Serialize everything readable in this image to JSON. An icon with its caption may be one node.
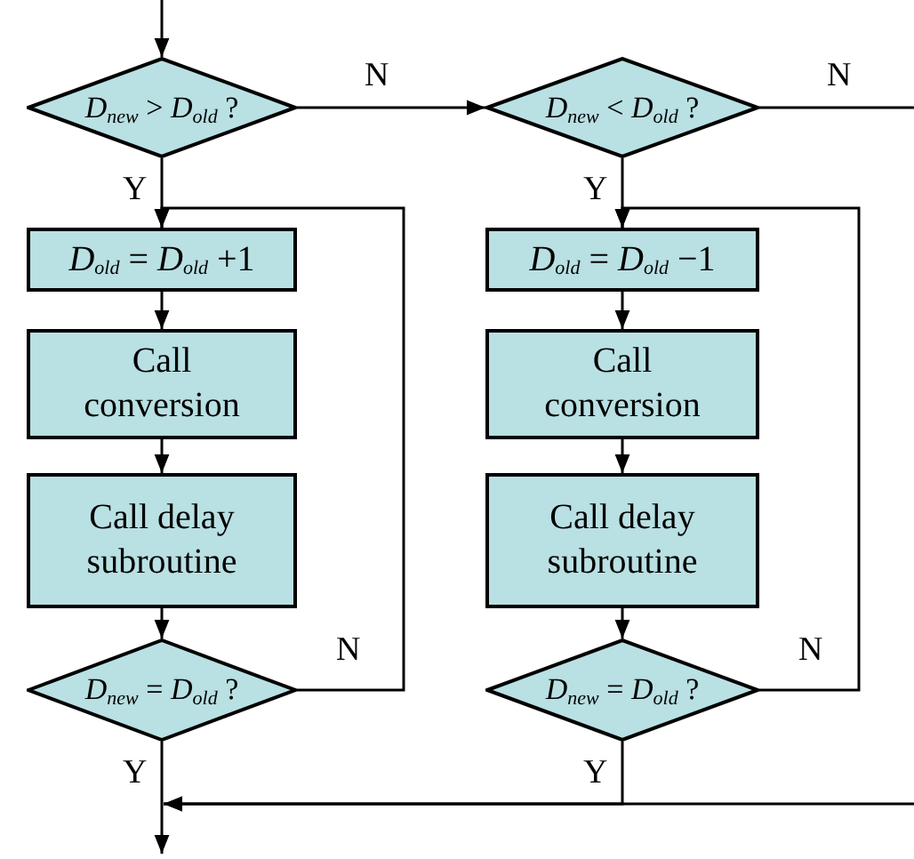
{
  "diagram": {
    "nodes": [
      {
        "text": [
          "*D*$_{new}$ > *D*$_{old}$ ?"
        ]
      },
      {
        "text": [
          "*D*$_{old}$ = *D*$_{old}$ +1"
        ]
      },
      {
        "text": [
          "Call conversion"
        ]
      },
      {
        "text": [
          "Call delay subroutine"
        ]
      },
      {
        "text": [
          "*D*$_{new}$ = *D*$_{old}$ ?"
        ]
      },
      {
        "text": [
          "*D*$_{new}$ < *D*$_{old}$ ?"
        ]
      },
      {
        "text": [
          "*D*$_{old}$ = *D*$_{old}$ −1"
        ]
      },
      {
        "text": [
          "Call conversion"
        ]
      },
      {
        "text": [
          "Call delay subroutine"
        ]
      },
      {
        "text": [
          "*D*$_{new}$ = *D*$_{old}$ ?"
        ]
      }
    ],
    "edges": [
      {
        "from": null,
        "to": 0,
        "arrow": "to"
      },
      {
        "from": 0,
        "to": 5,
        "arrow": "to",
        "label": "N"
      },
      {
        "from": 0,
        "to": 1,
        "arrow": "to",
        "label": "Y"
      },
      {
        "from": 1,
        "to": 2,
        "arrow": "to"
      },
      {
        "from": 2,
        "to": 3,
        "arrow": "to"
      },
      {
        "from": 3,
        "to": 4,
        "arrow": "to"
      },
      {
        "from": 4,
        "to": 1,
        "arrow": "to",
        "label": "N"
      },
      {
        "from": 4,
        "to": null,
        "arrow": "to",
        "label": "Y"
      },
      {
        "from": 5,
        "to": null,
        "arrow": "to",
        "label": "N"
      },
      {
        "from": 5,
        "to": 6,
        "arrow": "to",
        "label": "Y"
      },
      {
        "from": 6,
        "to": 7,
        "arrow": "to"
      },
      {
        "from": 7,
        "to": 8,
        "arrow": "to"
      },
      {
        "from": 8,
        "to": 9,
        "arrow": "to"
      },
      {
        "from": 9,
        "to": 6,
        "arrow": "to",
        "label": "N"
      },
      {
        "from": 9,
        "to": null,
        "arrow": "to",
        "label": "Y"
      }
    ]
  }
}
